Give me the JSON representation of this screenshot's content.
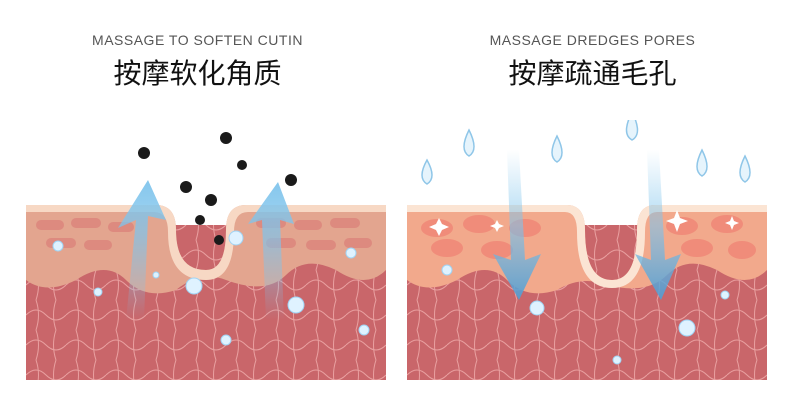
{
  "panels": [
    {
      "subtitle": "MASSAGE TO SOFTEN CUTIN",
      "title": "按摩软化角质",
      "icons": [
        "keratin-particle-icon",
        "water-bubble-icon",
        "up-arrow-icon"
      ]
    },
    {
      "subtitle": "MASSAGE DREDGES PORES",
      "title": "按摩疏通毛孔",
      "icons": [
        "water-drop-icon",
        "sparkle-icon",
        "down-arrow-icon"
      ]
    }
  ],
  "colors": {
    "epidermis": "#f7d8c4",
    "dermis": "#c9666a",
    "fat_cell": "#dd8a7f",
    "fat_cell_bright": "#f08c7a",
    "arrow": "#7fc4ec",
    "particle": "#1a1a1a"
  }
}
